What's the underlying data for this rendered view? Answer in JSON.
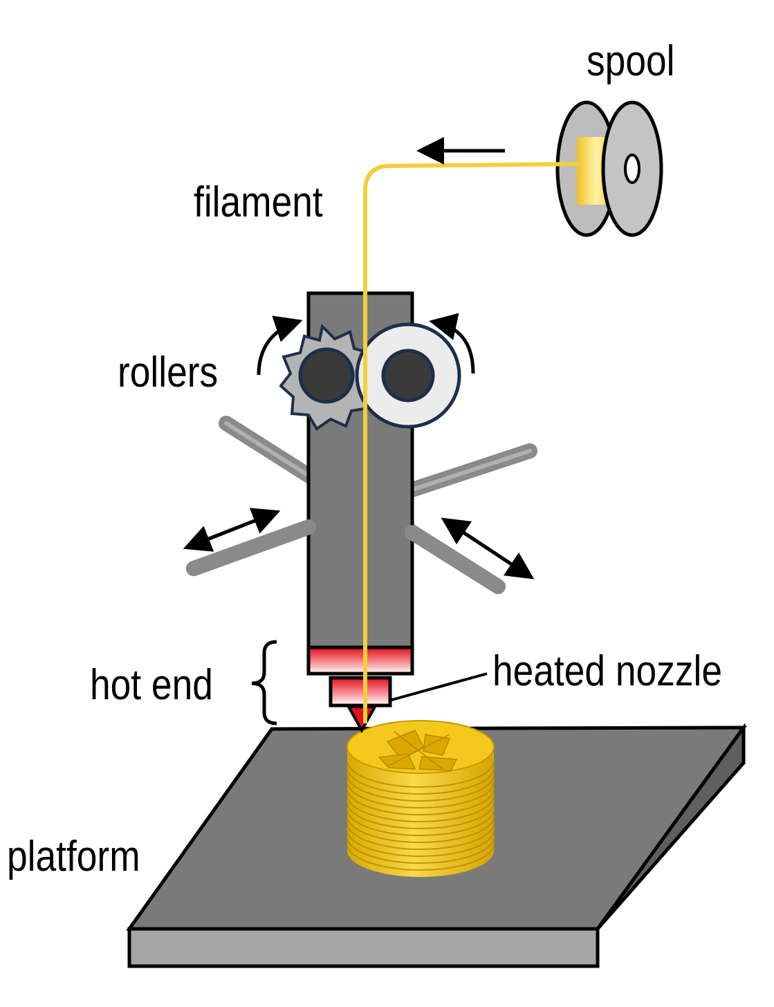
{
  "labels": {
    "spool": "spool",
    "filament": "filament",
    "rollers": "rollers",
    "hot_end": "hot end",
    "heated_nozzle": "heated nozzle",
    "platform": "platform"
  },
  "colors": {
    "filament": "#f2cf3c",
    "print_object": "#f4cb2e",
    "extruder_body": "#7a7a7a",
    "heater_red": "#e0101e",
    "roller_outline": "#1c2e4a",
    "platform_top": "#7a7a7a",
    "platform_side": "#a6a6a6",
    "rods": "#8a8a8a"
  }
}
